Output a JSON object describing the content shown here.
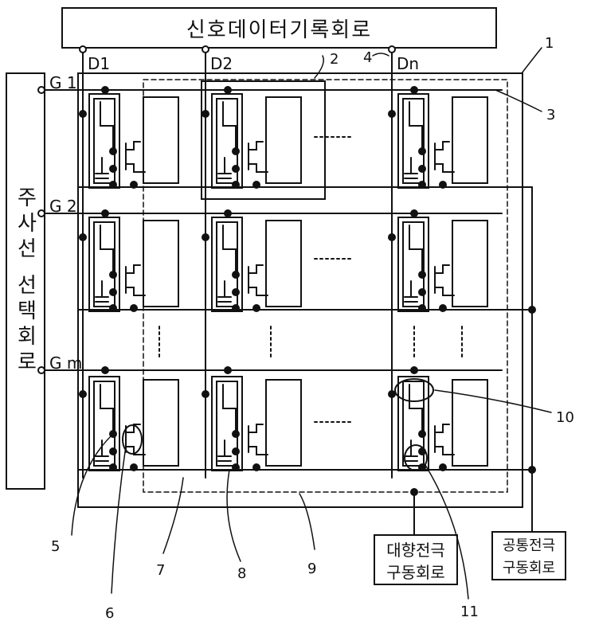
{
  "title_box": "신호데이터기록회로",
  "side_box": "주사선 선택회로",
  "data_lines": [
    "D1",
    "D2",
    "Dn"
  ],
  "gate_lines": [
    "G 1",
    "G 2",
    "G m"
  ],
  "counter_box": [
    "대향전극",
    "구동회로"
  ],
  "common_box": [
    "공통전극",
    "구동회로"
  ],
  "refs": {
    "r1": "1",
    "r2": "2",
    "r3": "3",
    "r4": "4",
    "r5": "5",
    "r6": "6",
    "r7": "7",
    "r8": "8",
    "r9": "9",
    "r10": "10",
    "r11": "11"
  },
  "colors": {
    "ink": "#111111",
    "paper": "#ffffff"
  }
}
